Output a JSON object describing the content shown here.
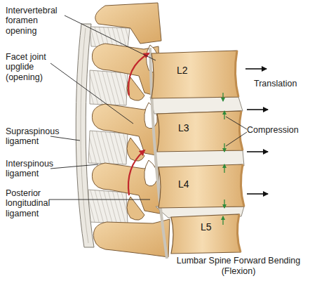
{
  "diagram": {
    "caption": "Lumbar Spine Forward Bending (Flexion)",
    "nodes": [
      {
        "text": [
          "L2"
        ]
      },
      {
        "text": [
          "L3"
        ]
      },
      {
        "text": [
          "L4"
        ]
      },
      {
        "text": [
          "L5"
        ]
      }
    ],
    "labels": [
      "Intervertebral foramen opening",
      "Facet joint upglide (opening)",
      "Supraspinous ligament",
      "Interspinous ligament",
      "Posterior longitudinal ligament",
      "Translation",
      "Compression"
    ]
  }
}
